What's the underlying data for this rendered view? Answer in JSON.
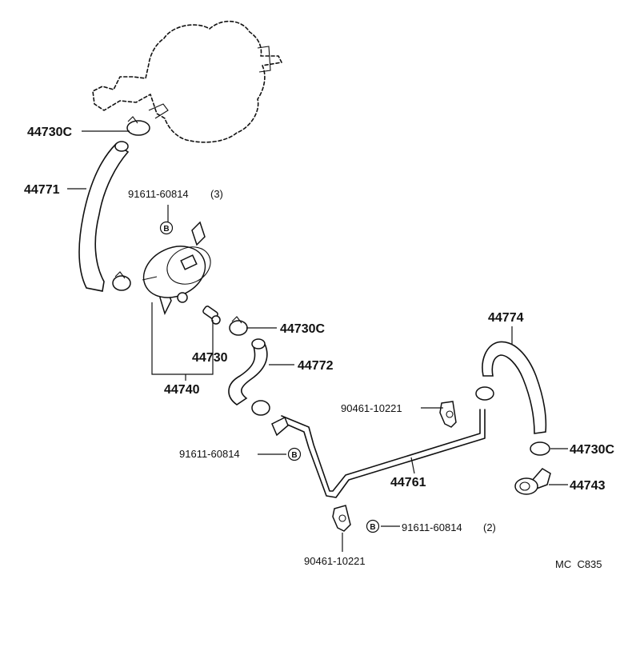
{
  "parts": {
    "clamp_top": "44730C",
    "hose_left": "44771",
    "bolt_filter": "91611-60814",
    "bolt_filter_qty": "(3)",
    "clamp_mid": "44730C",
    "union": "44730",
    "hose_mid": "44772",
    "filter_assy": "44740",
    "hose_right": "44774",
    "clip_upper": "90461-10221",
    "bolt_lower_left": "91611-60814",
    "clamp_right": "44730C",
    "pipe": "44761",
    "fitting_right": "44743",
    "bolt_lower": "91611-60814",
    "bolt_lower_qty": "(2)",
    "clip_lower": "90461-10221"
  },
  "badge_letter": "B",
  "figure_code": "MC  C835"
}
